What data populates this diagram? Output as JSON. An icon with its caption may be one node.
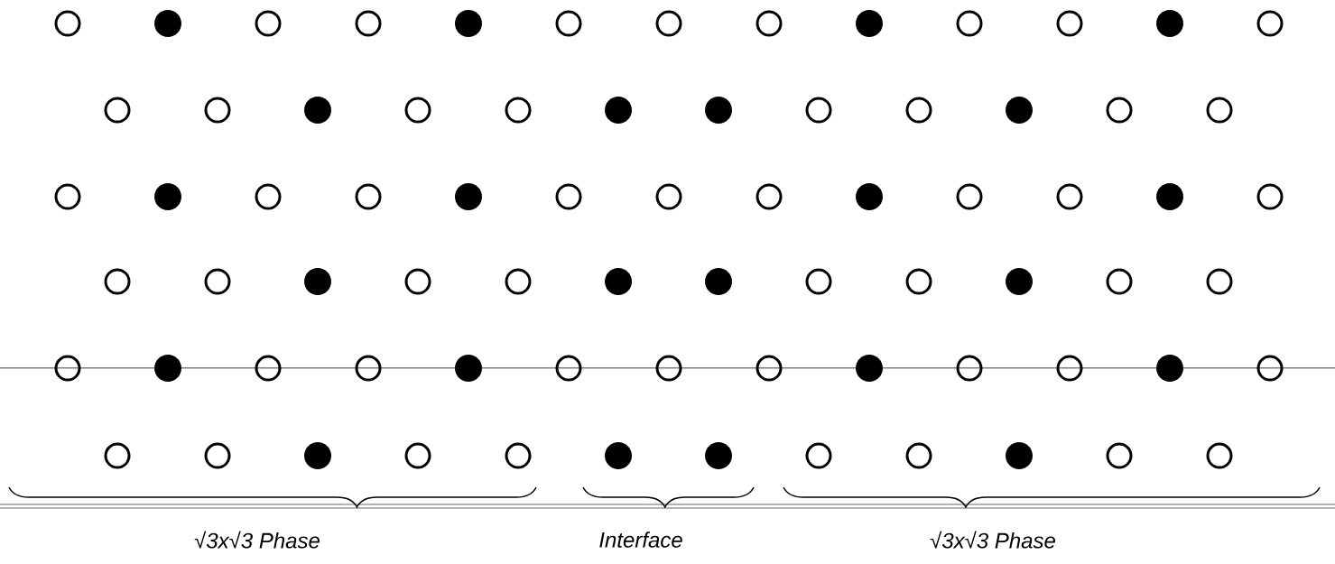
{
  "diagram": {
    "labels": [
      "√3x√3 Phase",
      "Interface",
      "√3x√3 Phase"
    ]
  }
}
